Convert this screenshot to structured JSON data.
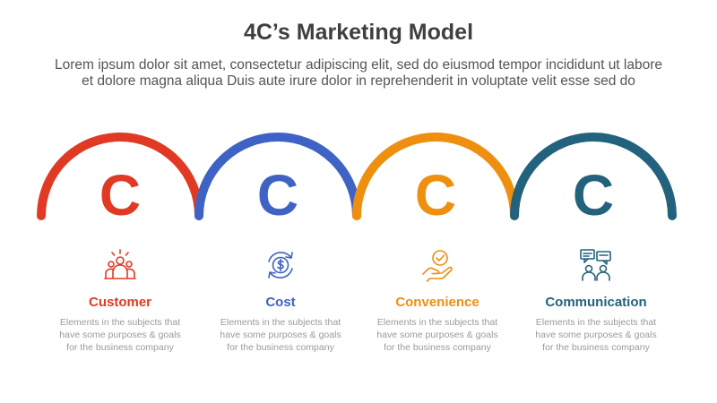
{
  "header": {
    "title": "4C’s Marketing Model",
    "subtitle_line1": "Lorem ipsum dolor sit amet, consectetur adipiscing elit, sed do eiusmod tempor incididunt ut labore",
    "subtitle_line2": "et dolore magna aliqua Duis aute irure dolor in reprehenderit in voluptate velit esse sed do"
  },
  "steps": [
    {
      "letter": "C",
      "label": "Customer",
      "icon": "people-group-icon",
      "color": "#e03a25",
      "desc": "Elements in the subjects that\nhave  some purposes & goals\nfor the  business company"
    },
    {
      "letter": "C",
      "label": "Cost",
      "icon": "dollar-cycle-icon",
      "color": "#3f63c4",
      "desc": "Elements in the subjects that\nhave  some purposes & goals\nfor the  business company"
    },
    {
      "letter": "C",
      "label": "Convenience",
      "icon": "hand-check-icon",
      "color": "#ee8f10",
      "desc": "Elements in the subjects that\nhave  some purposes & goals\nfor the  business company"
    },
    {
      "letter": "C",
      "label": "Communication",
      "icon": "chat-people-icon",
      "color": "#23627d",
      "desc": "Elements in the subjects that\nhave  some purposes & goals\nfor the  business company"
    }
  ]
}
